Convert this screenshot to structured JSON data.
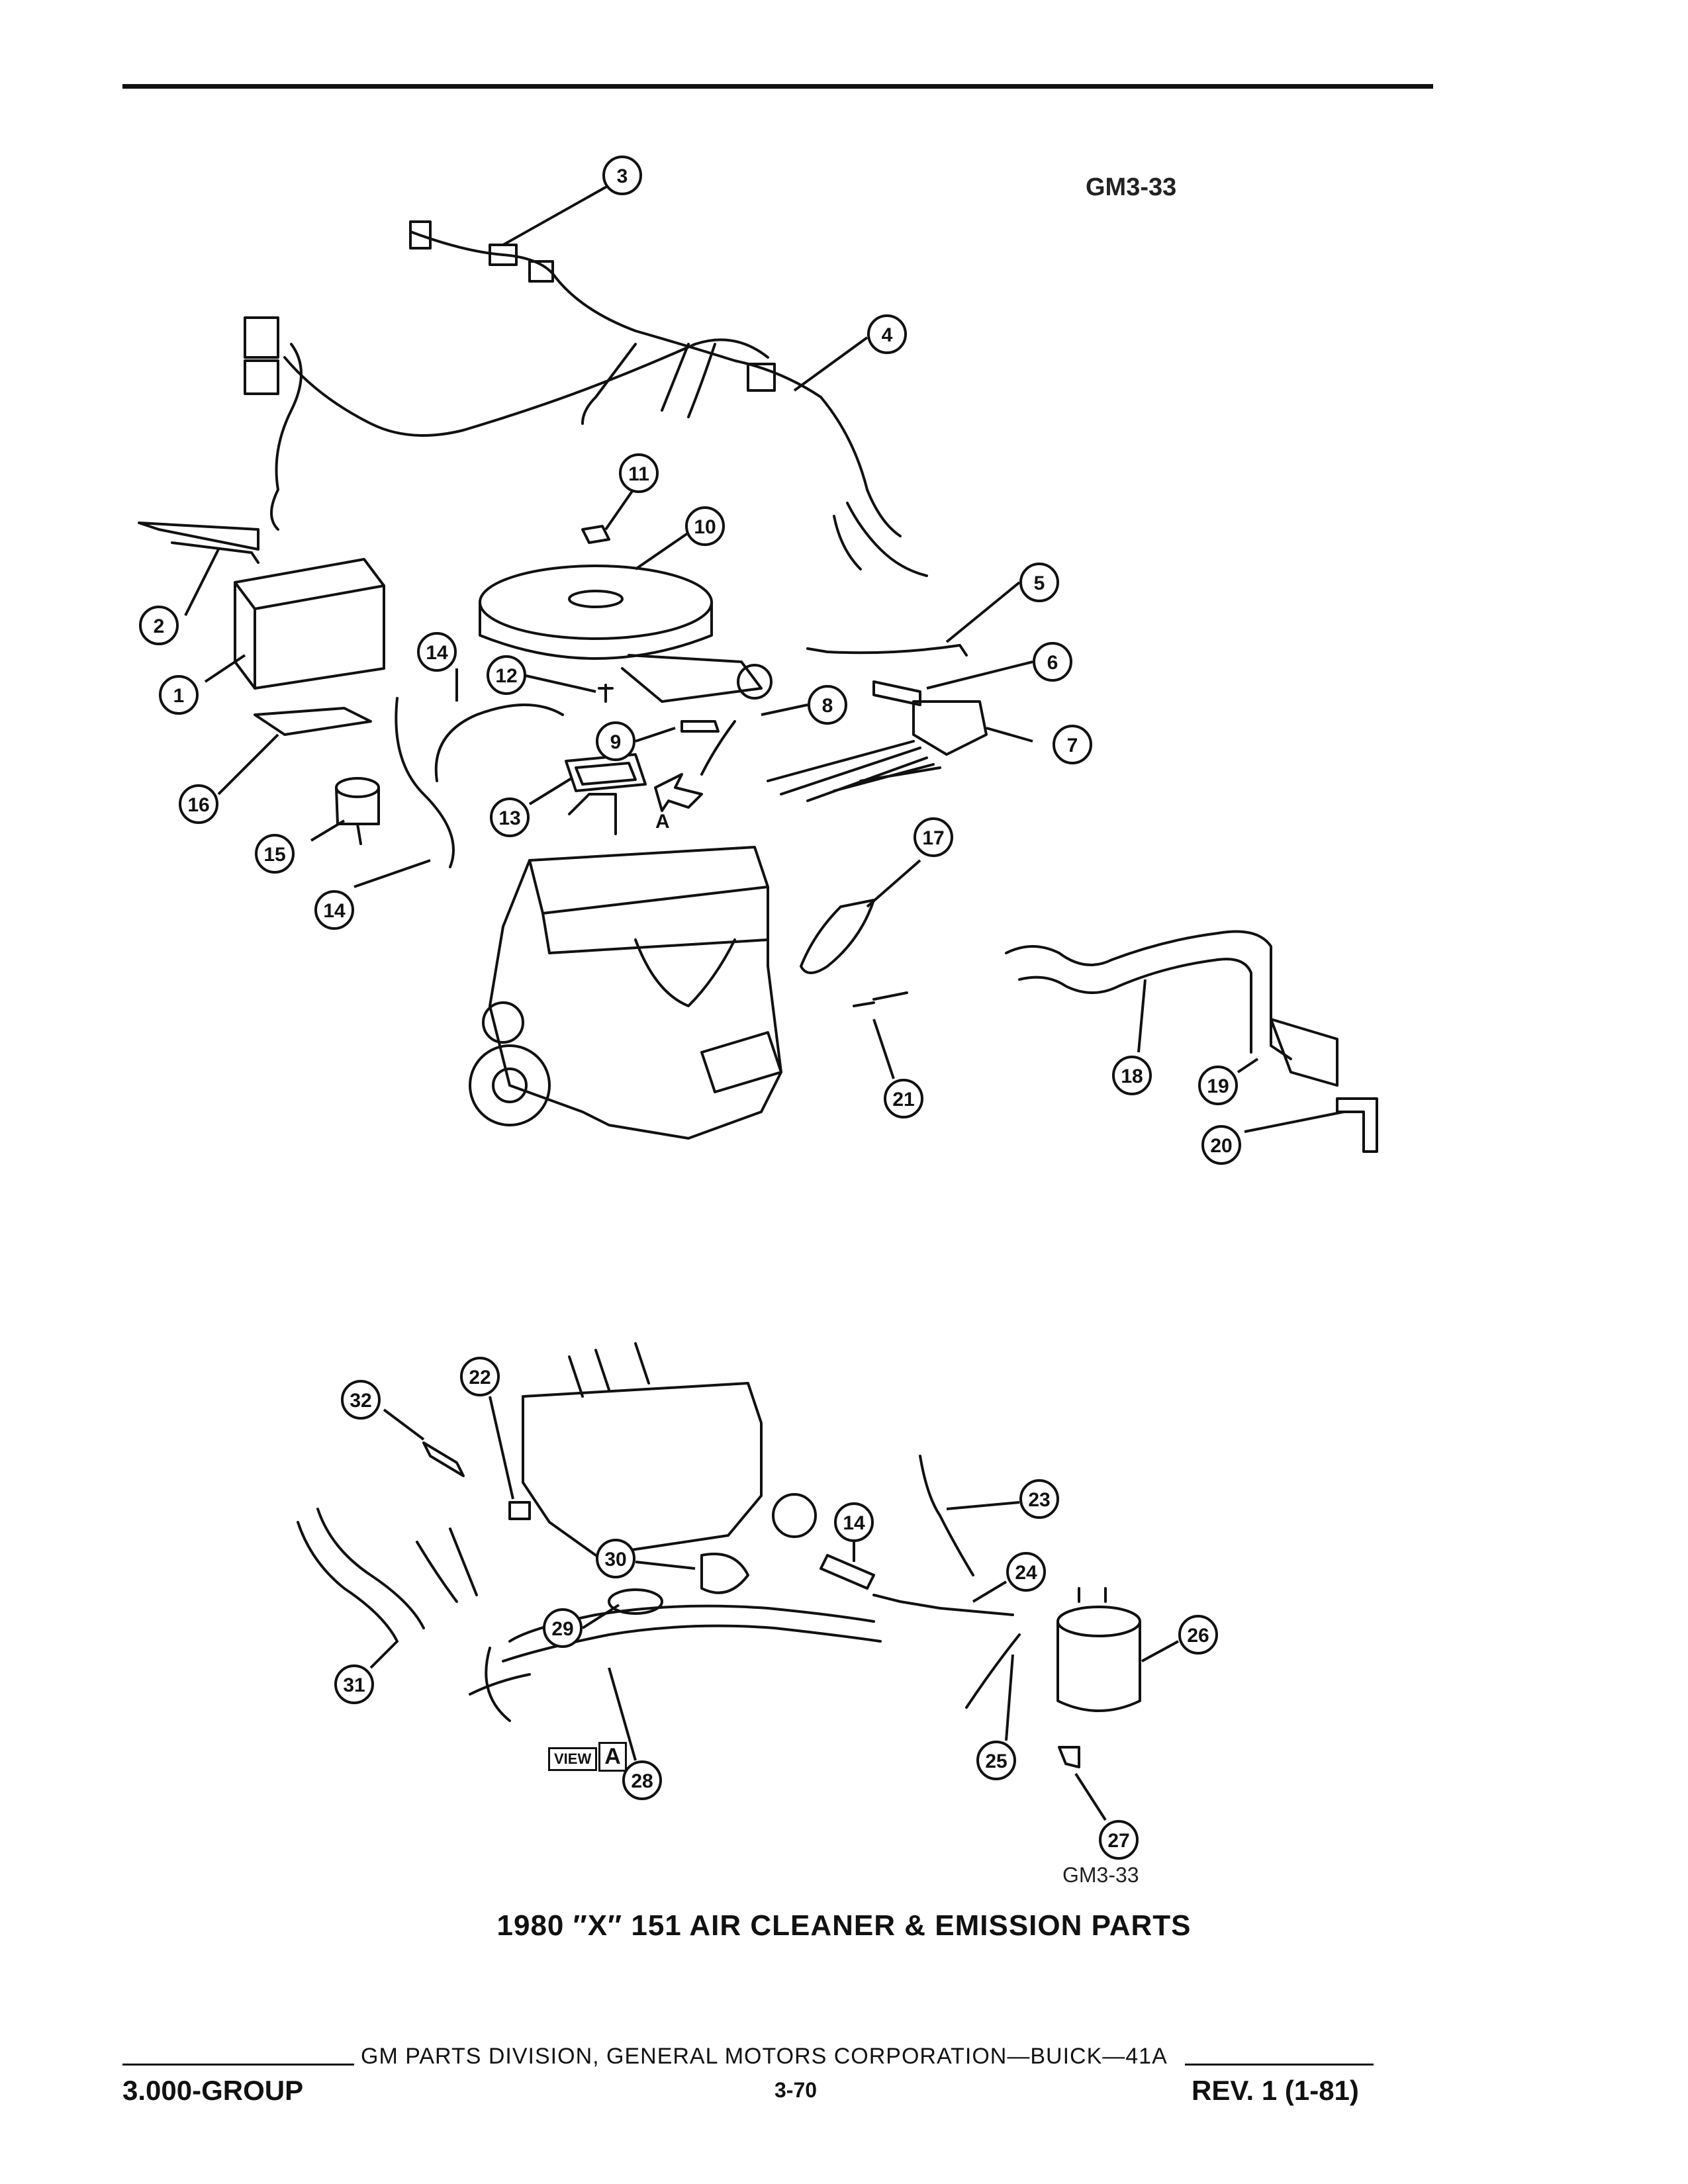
{
  "figure": {
    "code_top": "GM3-33",
    "code_bottom": "GM3-33",
    "caption": "1980 ″X″ 151 AIR CLEANER & EMISSION PARTS",
    "view_label_prefix": "VIEW",
    "view_label_letter": "A",
    "arrow_label": "A"
  },
  "callouts": [
    "1",
    "2",
    "3",
    "4",
    "5",
    "6",
    "7",
    "8",
    "9",
    "10",
    "11",
    "12",
    "13",
    "14",
    "15",
    "16",
    "17",
    "18",
    "19",
    "20",
    "21",
    "22",
    "23",
    "24",
    "25",
    "26",
    "27",
    "28",
    "29",
    "30",
    "31",
    "32"
  ],
  "footer": {
    "division": "GM PARTS DIVISION, GENERAL MOTORS CORPORATION—BUICK—41A",
    "group": "3.000-GROUP",
    "page": "3-70",
    "revision": "REV. 1 (1-81)"
  }
}
